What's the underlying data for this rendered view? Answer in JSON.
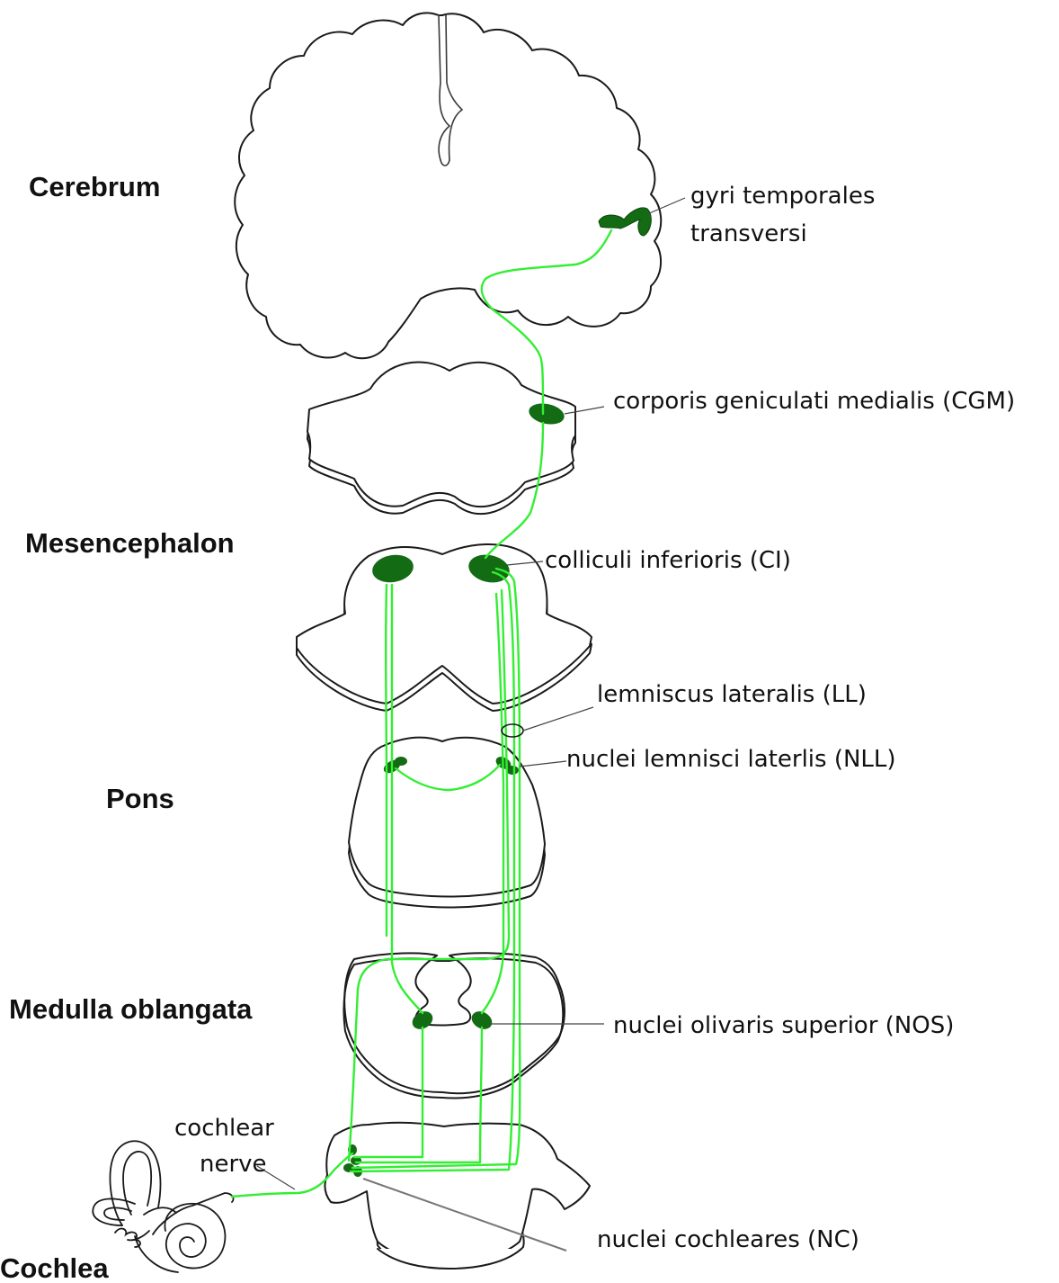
{
  "levels": {
    "cerebrum": "Cerebrum",
    "mesencephalon": "Mesencephalon",
    "pons": "Pons",
    "medulla": "Medulla oblangata",
    "cochlea": "Cochlea"
  },
  "annotations": {
    "gyri_line1": "gyri temporales",
    "gyri_line2": "transversi",
    "cgm": "corporis geniculati medialis (CGM)",
    "ci": "colliculi inferioris (CI)",
    "ll": "lemniscus lateralis (LL)",
    "nll": "nuclei lemnisci laterlis (NLL)",
    "nos": "nuclei olivaris superior (NOS)",
    "cochlear_nerve_line1": "cochlear",
    "cochlear_nerve_line2": "nerve",
    "nc": "nuclei cochleares (NC)"
  },
  "colors": {
    "tract": "#33ee33",
    "nucleus": "#136b13",
    "outline": "#1a1a1a"
  }
}
